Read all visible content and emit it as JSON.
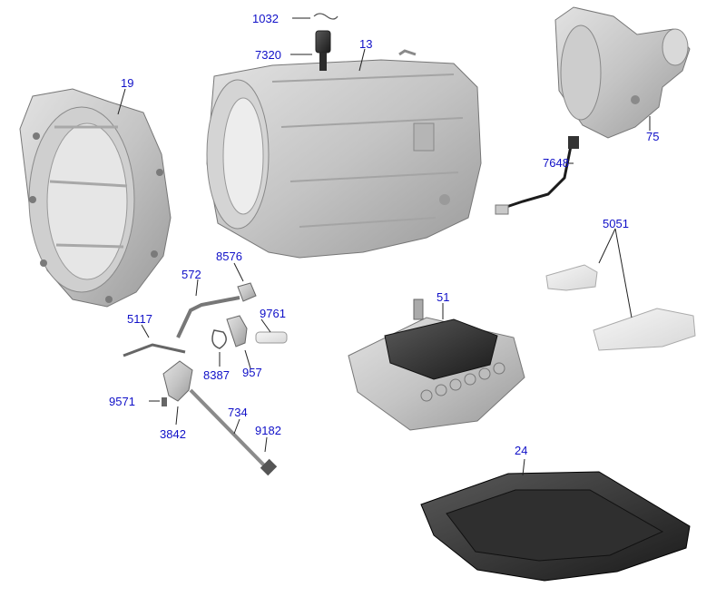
{
  "diagram": {
    "accent_color": "#1010c8",
    "leader_color": "#222222",
    "callouts": {
      "c1032": "1032",
      "c7320": "7320",
      "c13": "13",
      "c19": "19",
      "c75": "75",
      "c7648": "7648",
      "c5051": "5051",
      "c8576": "8576",
      "c572": "572",
      "c5117": "5117",
      "c9761": "9761",
      "c51": "51",
      "c8387": "8387",
      "c957": "957",
      "c9571": "9571",
      "c734": "734",
      "c3842": "3842",
      "c9182": "9182",
      "c24": "24"
    }
  }
}
